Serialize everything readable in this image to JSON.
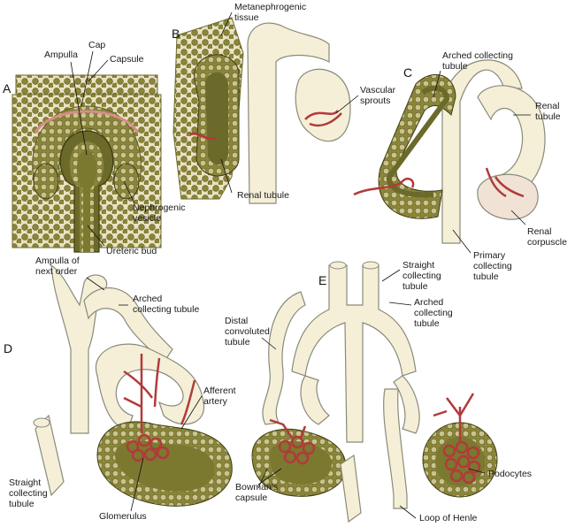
{
  "figure": {
    "panels": {
      "a": "A",
      "b": "B",
      "c": "C",
      "d": "D",
      "e": "E"
    },
    "labels": {
      "ampulla": "Ampulla",
      "cap": "Cap",
      "capsule": "Capsule",
      "nephrogenic_vesicle": "Nephrogenic\nvesicle",
      "ureteric_bud": "Ureteric bud",
      "metanephrogenic_tissue": "Metanephrogenic\ntissue",
      "vascular_sprouts": "Vascular\nsprouts",
      "renal_tubule_b": "Renal tubule",
      "arched_collecting_tubule_c": "Arched collecting\ntubule",
      "renal_tubule_c": "Renal\ntubule",
      "renal_corpuscle": "Renal\ncorpuscle",
      "primary_collecting_tubule": "Primary\ncollecting\ntubule",
      "ampulla_next_order": "Ampulla of\nnext order",
      "arched_collecting_tubule_d": "Arched\ncollecting tubule",
      "afferent_artery": "Afferent\nartery",
      "straight_collecting_tubule_d": "Straight\ncollecting\ntubule",
      "glomerulus": "Glomerulus",
      "straight_collecting_tubule_e": "Straight\ncollecting\ntubule",
      "arched_collecting_tubule_e": "Arched\ncollecting\ntubule",
      "distal_convoluted_tubule": "Distal\nconvoluted\ntubule",
      "podocytes": "Podocytes",
      "bowmans_capsule": "Bowman's\ncapsule",
      "loop_of_henle": "Loop of Henle"
    }
  },
  "colors": {
    "tubule_fill": "#f5efd8",
    "tubule_stroke": "#8a8a7a",
    "tissue_fill": "#8a8538",
    "tissue_dark": "#6b6a2a",
    "cell_fill": "#c9c48f",
    "vessel": "#b23a3a",
    "cap_pink": "#d88c8c"
  }
}
